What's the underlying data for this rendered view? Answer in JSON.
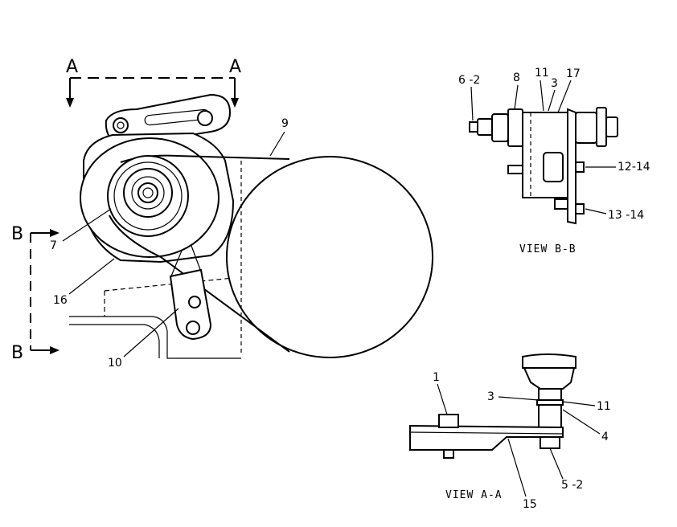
{
  "section_markers": {
    "a": "A",
    "b": "B"
  },
  "views": {
    "bb": "VIEW B-B",
    "aa": "VIEW A-A"
  },
  "callouts": {
    "c1": "1",
    "c3": "3",
    "c4": "4",
    "c5": "5 -2",
    "c6": "6 -2",
    "c7": "7",
    "c8": "8",
    "c9": "9",
    "c10": "10",
    "c11": "11",
    "c12": "12-14",
    "c13": "13 -14",
    "c15": "15",
    "c16": "16",
    "c17": "17"
  }
}
